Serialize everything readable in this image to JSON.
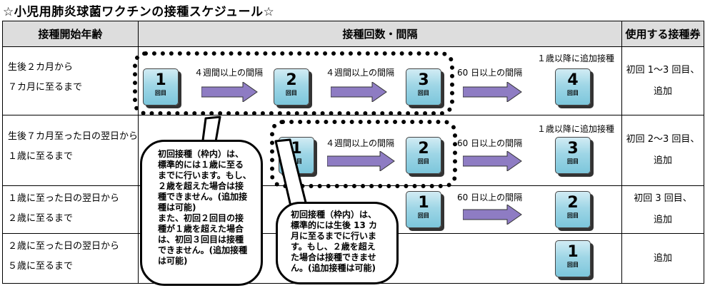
{
  "title": "☆小児用肺炎球菌ワクチンの接種スケジュール☆",
  "headers": {
    "age": "接種開始年齢",
    "schedule": "接種回数・間隔",
    "coupon": "使用する接種券"
  },
  "rows": [
    {
      "age1": "生後２カ月から",
      "age2": "７カ月に至るまで",
      "coupon1": "初回 1～3 回目、",
      "coupon2": "追加"
    },
    {
      "age1": "生後７カ月至った日の翌日から",
      "age2": "１歳に至るまで",
      "coupon1": "初回 2～3 回目、",
      "coupon2": "追加"
    },
    {
      "age1": "１歳に至った日の翌日から",
      "age2": "２歳に至るまで",
      "coupon1": "初回 3 回目、",
      "coupon2": "追加"
    },
    {
      "age1": "２歳に至った日の翌日から",
      "age2": "５歳に至るまで",
      "coupon1": "追加",
      "coupon2": ""
    }
  ],
  "dose_suffix": "回目",
  "doses": {
    "r1a": "1",
    "r1b": "2",
    "r1c": "3",
    "r1d": "4",
    "r2a": "1",
    "r2b": "2",
    "r2c": "3",
    "r3a": "1",
    "r3b": "2",
    "r4a": "1"
  },
  "intervals": {
    "four_weeks": "４週間以上の間隔",
    "sixty_days": "60 日以上の間隔",
    "booster_after_1": "１歳以降に追加接種"
  },
  "notes": {
    "note1": [
      "初回接種（枠内）は、",
      "標準的には１歳に至る",
      "までに行います。もし、",
      "２歳を超えた場合は接",
      "種できません。(追加接",
      "種は可能)",
      "また、初回２回目の接",
      "種が１歳を超えた場合",
      "は、初回３回目は接種",
      "できません。(追加接種",
      "は可能)"
    ],
    "note2": [
      "初回接種（枠内）は、",
      "標準的には生後 13 カ",
      "月に至るまでに行いま",
      "す。もし、２歳を超え",
      "た場合は接種できませ",
      "ん。(追加接種は可能)"
    ]
  },
  "colors": {
    "arrow": "#8e7cc3",
    "dose_box": "#9fd6e6",
    "header_bg": "#dddddd"
  }
}
